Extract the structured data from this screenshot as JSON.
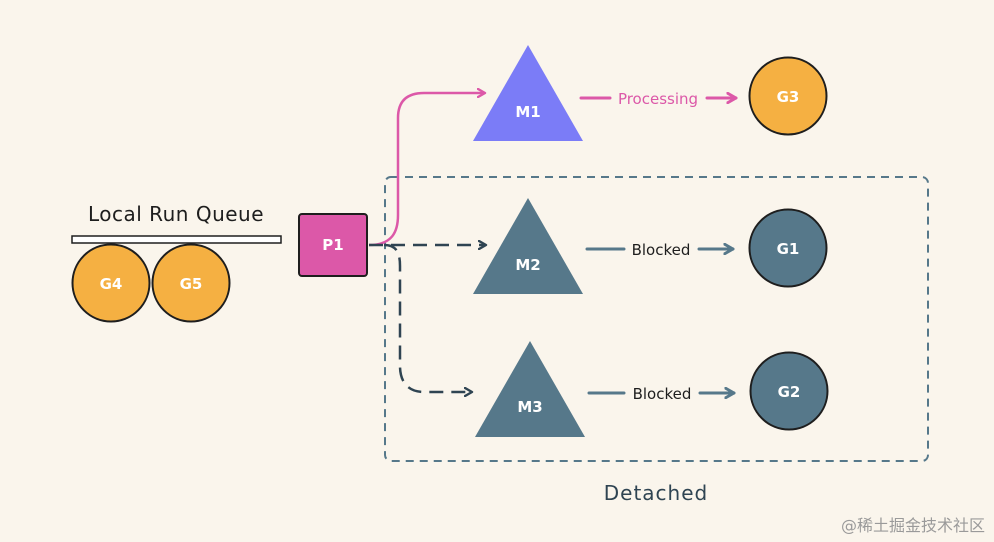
{
  "colors": {
    "background": "#faf5ec",
    "gold": "#f5b042",
    "slate": "#56788a",
    "slate_dark": "#2f4452",
    "pink": "#dc58a8",
    "purple": "#7b7cf7",
    "ink": "#1e1e1e"
  },
  "queue": {
    "title": "Local Run Queue"
  },
  "nodes": {
    "p1": "P1",
    "m1": "M1",
    "m2": "M2",
    "m3": "M3",
    "g1": "G1",
    "g2": "G2",
    "g3": "G3",
    "g4": "G4",
    "g5": "G5"
  },
  "edges": {
    "m1_g3": "Processing",
    "m2_g1": "Blocked",
    "m3_g2": "Blocked"
  },
  "detached_group": {
    "label": "Detached"
  },
  "watermark": "@稀土掘金技术社区"
}
